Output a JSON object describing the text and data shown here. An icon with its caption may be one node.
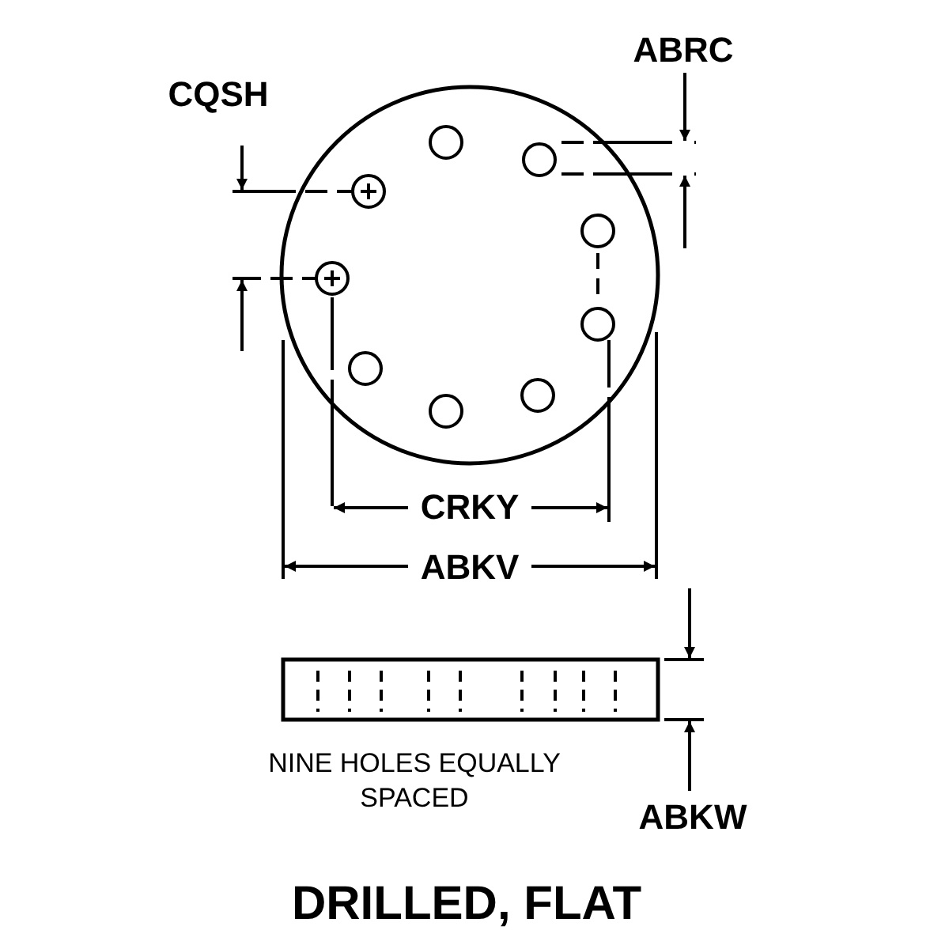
{
  "diagram": {
    "title": "DRILLED, FLAT",
    "labels": [
      "ABRC",
      "CQSH",
      "CRKY",
      "ABKV",
      "NINE HOLES EQUALLY SPACED",
      "ABKW"
    ]
  }
}
